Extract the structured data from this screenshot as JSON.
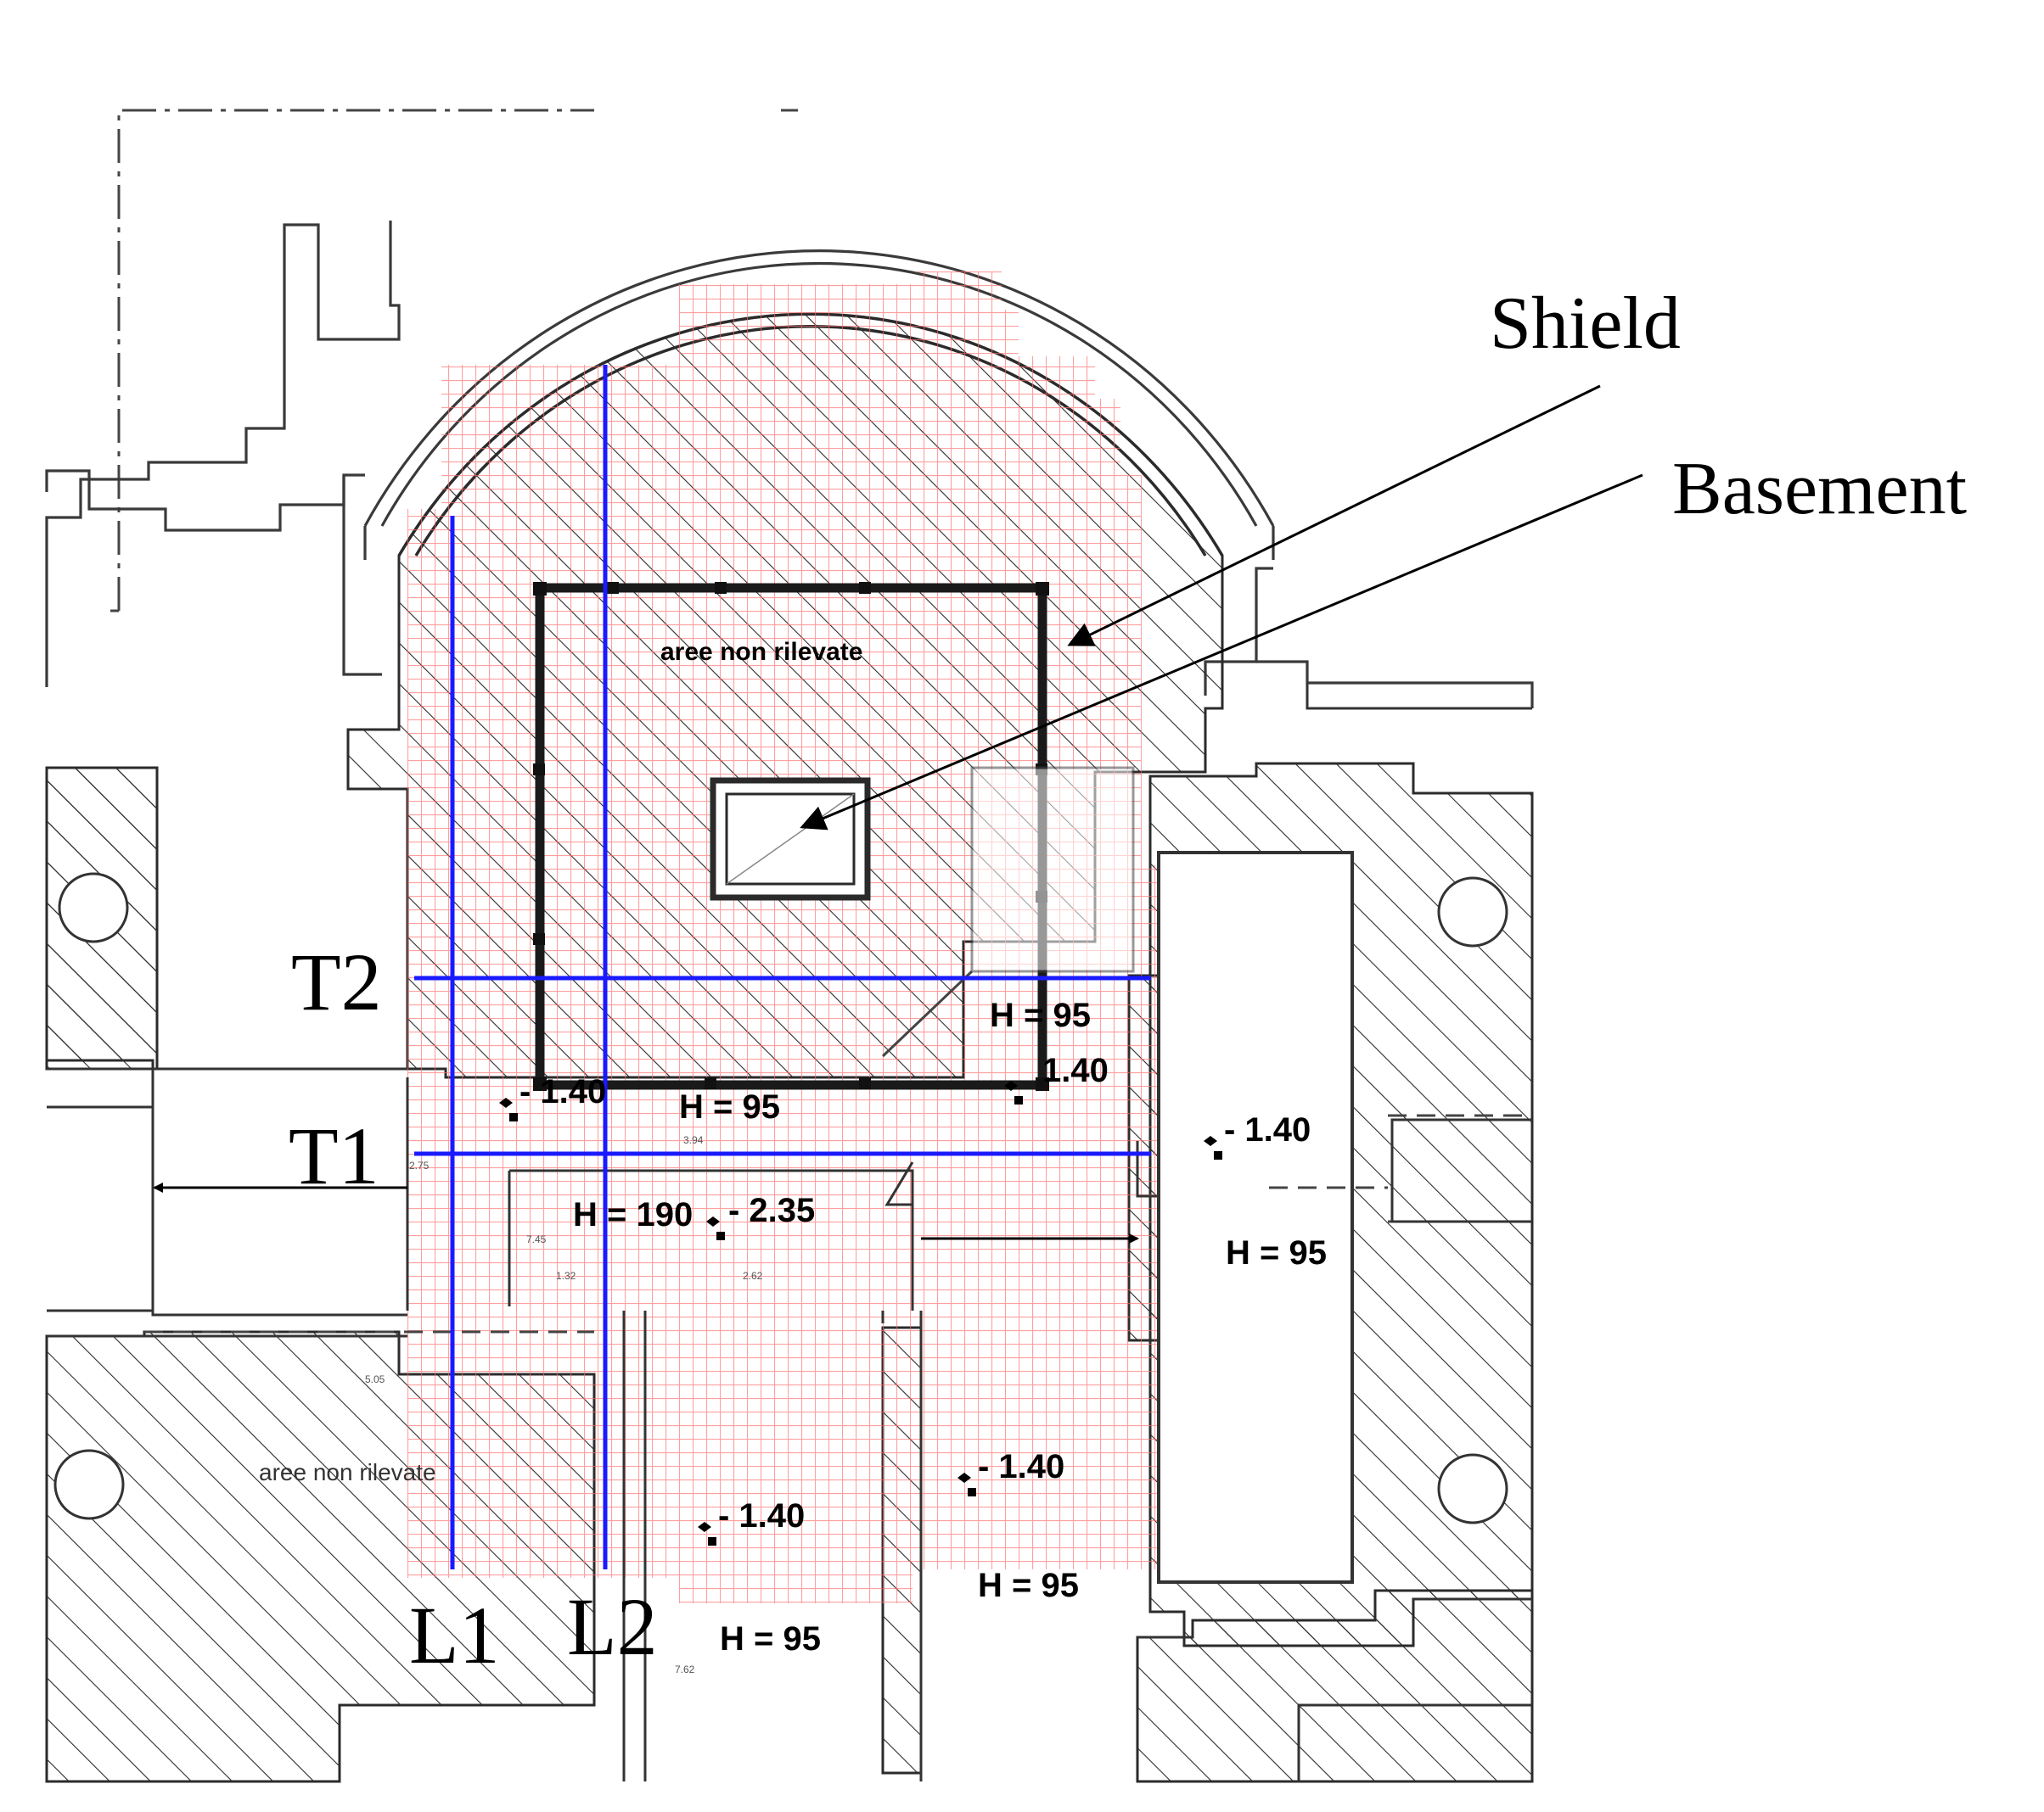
{
  "callouts": {
    "shield": "Shield",
    "basement": "Basement"
  },
  "sections": {
    "t1": "T1",
    "t2": "T2",
    "l1": "L1",
    "l2": "L2"
  },
  "annotations": {
    "area_top": "aree non rilevate",
    "area_bottom_left": "aree non rilevate",
    "h95_right_top": "H = 95",
    "lvl_140_right_top": "1.40",
    "lvl_140_center_left": "- 1.40",
    "h95_center": "H = 95",
    "lvl_140_right_room": "- 1.40",
    "h190": "H = 190",
    "lvl_235": "- 2.35",
    "h95_right_room": "H = 95",
    "lvl_140_bottom_right": "- 1.40",
    "lvl_140_bottom_center": "- 1.40",
    "h95_bottom_right": "H = 95",
    "h95_bottom_center": "H = 95"
  },
  "dimensions": {
    "d_394": "3.94",
    "d_275": "2.75",
    "d_745": "7.45",
    "d_132": "1.32",
    "d_262": "2.62",
    "d_505": "5.05",
    "d_762": "7.62"
  },
  "colors": {
    "section_lines": "#1a1aff",
    "grid": "#ff7a7a",
    "walls": "#333333"
  }
}
